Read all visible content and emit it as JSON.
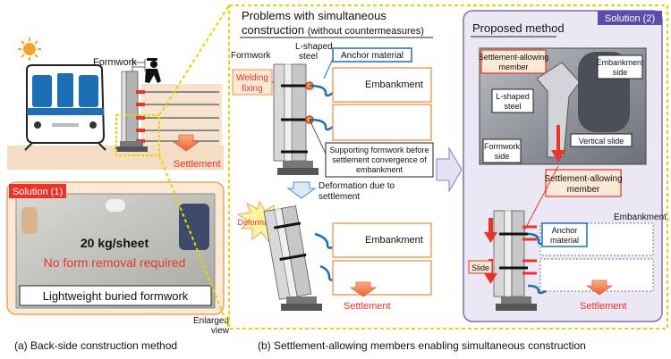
{
  "left": {
    "formwork_label": "Formwork",
    "settlement_label": "Settlement",
    "enlarged_view": [
      "Enlarged",
      "view"
    ],
    "solution1": {
      "badge": "Solution (1)",
      "weight": "20 kg/sheet",
      "no_removal": "No form removal required",
      "caption": "Lightweight buried formwork"
    },
    "caption": "(a) Back-side construction method"
  },
  "middle": {
    "title_line1": "Problems with simultaneous",
    "title_line2": "construction",
    "title_suffix": "(without countermeasures)",
    "formwork": "Formwork",
    "l_shaped_steel": [
      "L-shaped",
      "steel"
    ],
    "anchor_material": "Anchor material",
    "welding_fixing": [
      "Welding",
      "fixing"
    ],
    "embankment": "Embankment",
    "supporting_note": [
      "Supporting formwork before",
      "settlement convergence of",
      "embankment"
    ],
    "deformation_arrow": [
      "Deformation due to",
      "settlement"
    ],
    "deformation_burst": "Deformation",
    "settlement": "Settlement"
  },
  "right": {
    "title": "Proposed method",
    "badge": "Solution (2)",
    "settlement_allowing_member": [
      "Settlement-allowing",
      "member"
    ],
    "embankment_side": [
      "Embankment",
      "side"
    ],
    "l_shaped_steel": [
      "L-shaped",
      "steel"
    ],
    "vertical_slide": "Vertical slide",
    "formwork_side": [
      "Formwork",
      "side"
    ],
    "member_callout": [
      "Settlement-allowing",
      "member"
    ],
    "embankment": "Embankment",
    "anchor_material": [
      "Anchor",
      "material"
    ],
    "slide": "Slide",
    "settlement": "Settlement"
  },
  "bottom_caption": "(b) Settlement-allowing members enabling simultaneous construction",
  "colors": {
    "accent_red": "#e8342a",
    "badge_purple": "#5b4ea8",
    "highlight_yellow": "#e6d600",
    "panel_lavender": "#ece7f5",
    "embankment_tan": "#f4ddc4"
  }
}
